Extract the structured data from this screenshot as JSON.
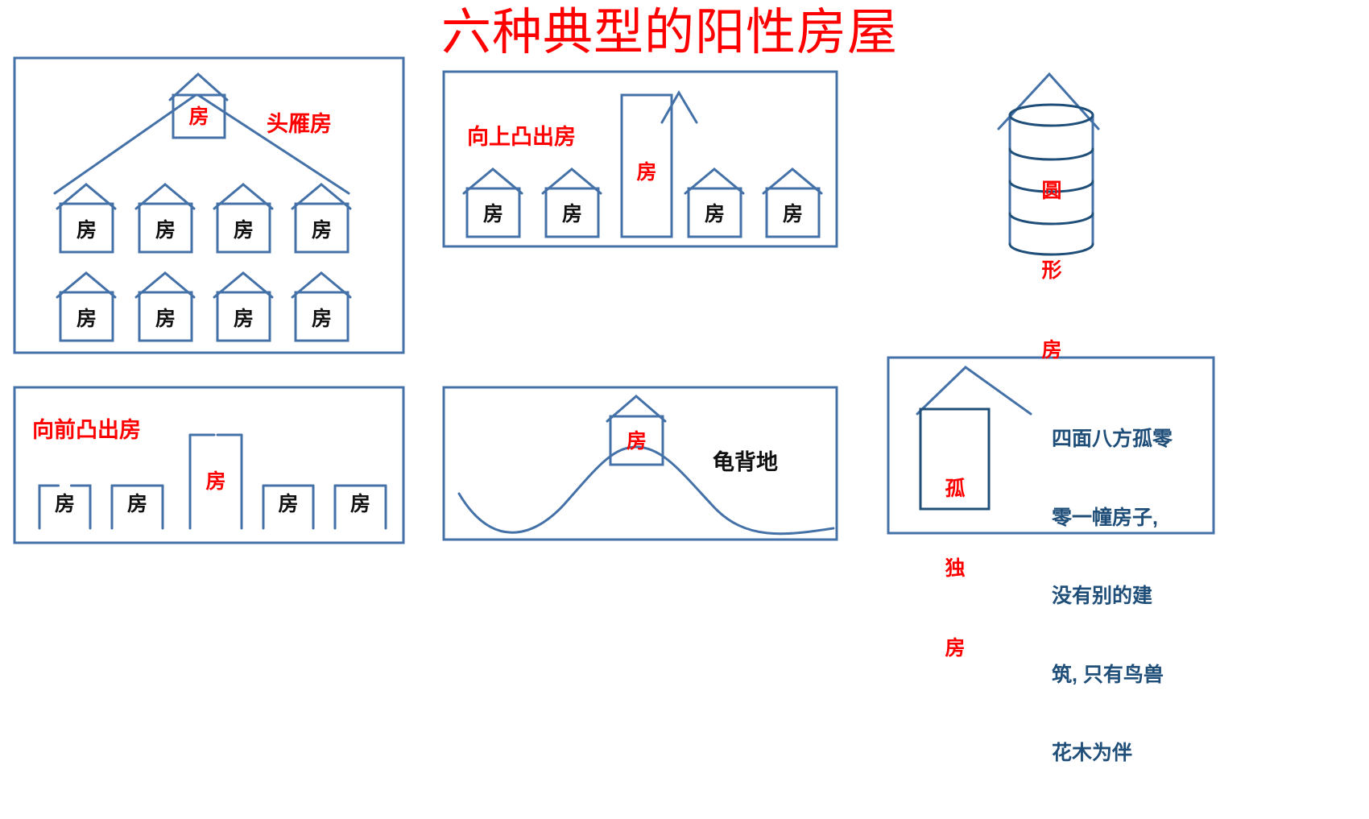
{
  "title": "六种典型的阳性房屋",
  "colors": {
    "title_red": "#ff0000",
    "stroke_blue": "#4472a8",
    "stroke_dark_blue": "#1f4e79",
    "text_black": "#111111",
    "desc_blue": "#1f4e79"
  },
  "house_glyph": "房",
  "panels": [
    {
      "id": "lead-goose",
      "label": "头雁房",
      "label_color": "#ff0000",
      "lead_house_char": "房",
      "row_houses": [
        "房",
        "房",
        "房",
        "房",
        "房",
        "房",
        "房",
        "房"
      ]
    },
    {
      "id": "upward-protruding",
      "label": "向上凸出房",
      "label_color": "#ff0000",
      "tall_house_char": "房",
      "side_houses": [
        "房",
        "房",
        "房",
        "房"
      ]
    },
    {
      "id": "round-house",
      "label": "圆形房",
      "label_color": "#ff0000",
      "vertical_chars": [
        "圆",
        "形",
        "房"
      ]
    },
    {
      "id": "forward-protruding",
      "label": "向前凸出房",
      "label_color": "#ff0000",
      "front_house_char": "房",
      "side_houses": [
        "房",
        "房",
        "房",
        "房"
      ]
    },
    {
      "id": "turtle-back-land",
      "label": "龟背地",
      "label_color": "#111111",
      "house_char": "房"
    },
    {
      "id": "lonely-house",
      "label": "孤独房",
      "label_color": "#ff0000",
      "vertical_chars": [
        "孤",
        "独",
        "房"
      ],
      "description_lines": [
        "四面八方孤零",
        "零一幢房子,",
        "没有别的建",
        "筑, 只有鸟兽",
        "花木为伴"
      ]
    }
  ]
}
